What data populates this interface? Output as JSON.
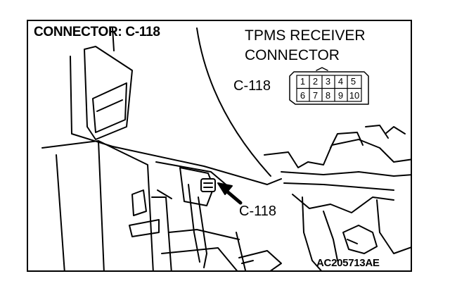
{
  "diagram": {
    "title": "CONNECTOR: C-118",
    "receiver_label_line1": "TPMS RECEIVER",
    "receiver_label_line2": "CONNECTOR",
    "connector_id_top": "C-118",
    "connector_id_callout": "C-118",
    "figure_code": "AC205713AE",
    "pins_top": [
      "1",
      "2",
      "3",
      "4",
      "5"
    ],
    "pins_bottom": [
      "6",
      "7",
      "8",
      "9",
      "10"
    ]
  }
}
